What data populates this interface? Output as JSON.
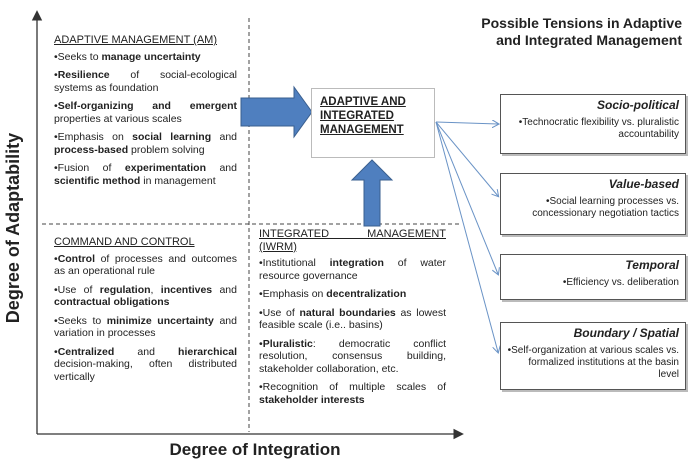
{
  "axes": {
    "y_label": "Degree of Adaptability",
    "x_label": "Degree of Integration"
  },
  "adaptive_management": {
    "heading": "ADAPTIVE MANAGEMENT (AM)",
    "items": [
      [
        {
          "t": "•Seeks to "
        },
        {
          "t": "manage uncertainty",
          "b": true
        }
      ],
      [
        {
          "t": "•"
        },
        {
          "t": "Resilience",
          "b": true
        },
        {
          "t": " of social-ecological systems as foundation"
        }
      ],
      [
        {
          "t": "•"
        },
        {
          "t": "Self-organizing and emergent",
          "b": true
        },
        {
          "t": " properties at various scales"
        }
      ],
      [
        {
          "t": "•Emphasis on "
        },
        {
          "t": "social learning",
          "b": true
        },
        {
          "t": " and "
        },
        {
          "t": "process-based",
          "b": true
        },
        {
          "t": " problem solving"
        }
      ],
      [
        {
          "t": "•Fusion of "
        },
        {
          "t": "experimentation",
          "b": true
        },
        {
          "t": " and "
        },
        {
          "t": "scientific method",
          "b": true
        },
        {
          "t": " in management"
        }
      ]
    ]
  },
  "command_control": {
    "heading": "COMMAND AND CONTROL",
    "items": [
      [
        {
          "t": "•"
        },
        {
          "t": "Control",
          "b": true
        },
        {
          "t": " of processes and outcomes as an operational rule"
        }
      ],
      [
        {
          "t": "•Use of "
        },
        {
          "t": "regulation",
          "b": true
        },
        {
          "t": ", "
        },
        {
          "t": "incentives",
          "b": true
        },
        {
          "t": " and "
        },
        {
          "t": "contractual obligations",
          "b": true
        }
      ],
      [
        {
          "t": "•Seeks to "
        },
        {
          "t": "minimize uncertainty",
          "b": true
        },
        {
          "t": " and variation in processes"
        }
      ],
      [
        {
          "t": "•"
        },
        {
          "t": "Centralized",
          "b": true
        },
        {
          "t": " and "
        },
        {
          "t": "hierarchical",
          "b": true
        },
        {
          "t": " decision-making, often distributed vertically"
        }
      ]
    ]
  },
  "integrated_management": {
    "heading": "INTEGRATED MANAGEMENT (IWRM)",
    "items": [
      [
        {
          "t": "•Institutional "
        },
        {
          "t": "integration",
          "b": true
        },
        {
          "t": " of water resource governance"
        }
      ],
      [
        {
          "t": "•Emphasis on "
        },
        {
          "t": "decentralization",
          "b": true
        }
      ],
      [
        {
          "t": "•Use of "
        },
        {
          "t": "natural boundaries",
          "b": true
        },
        {
          "t": " as lowest feasible scale (i.e.. basins)"
        }
      ],
      [
        {
          "t": "•"
        },
        {
          "t": "Pluralistic",
          "b": true
        },
        {
          "t": ": democratic conflict resolution, consensus building, stakeholder collaboration, etc."
        }
      ],
      [
        {
          "t": "•Recognition of multiple scales of "
        },
        {
          "t": "stakeholder interests",
          "b": true
        }
      ]
    ]
  },
  "center": {
    "label": "ADAPTIVE AND INTEGRATED MANAGEMENT"
  },
  "tensions": {
    "title": "Possible Tensions in Adaptive and Integrated Management",
    "items": [
      {
        "name": "Socio-political",
        "desc": "•Technocratic flexibility vs. pluralistic accountability"
      },
      {
        "name": "Value-based",
        "desc": "•Social learning processes vs. concessionary negotiation tactics"
      },
      {
        "name": "Temporal",
        "desc": "•Efficiency vs. deliberation"
      },
      {
        "name": "Boundary / Spatial",
        "desc": "•Self-organization at various scales vs. formalized institutions at the basin level"
      }
    ]
  },
  "colors": {
    "arrow_fill": "#4f7fbf",
    "arrow_stroke": "#3a5f8f",
    "connector": "#6a93c6",
    "axis": "#333333"
  }
}
